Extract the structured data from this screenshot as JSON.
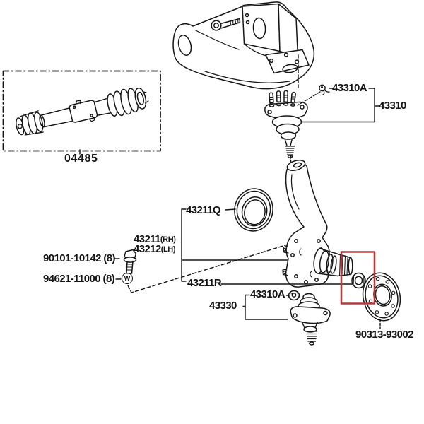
{
  "colors": {
    "line": "#161616",
    "background": "#ffffff",
    "highlight_box": "#b23c3c"
  },
  "labels": {
    "kit": "04485",
    "upper_clip": "43310A",
    "upper_ball_joint": "43310",
    "seal": "43211Q",
    "knuckle_rh": "43211",
    "knuckle_rh_side": "(RH)",
    "knuckle_lh": "43212",
    "knuckle_lh_side": "(LH)",
    "bolt": "90101-10142 (8)",
    "washer": "94621-11000 (8)",
    "spindle": "43211R",
    "lower_clip": "43310A",
    "lower_ball_joint": "43330",
    "gasket": "90313-93002",
    "washer_symbol": "W"
  }
}
